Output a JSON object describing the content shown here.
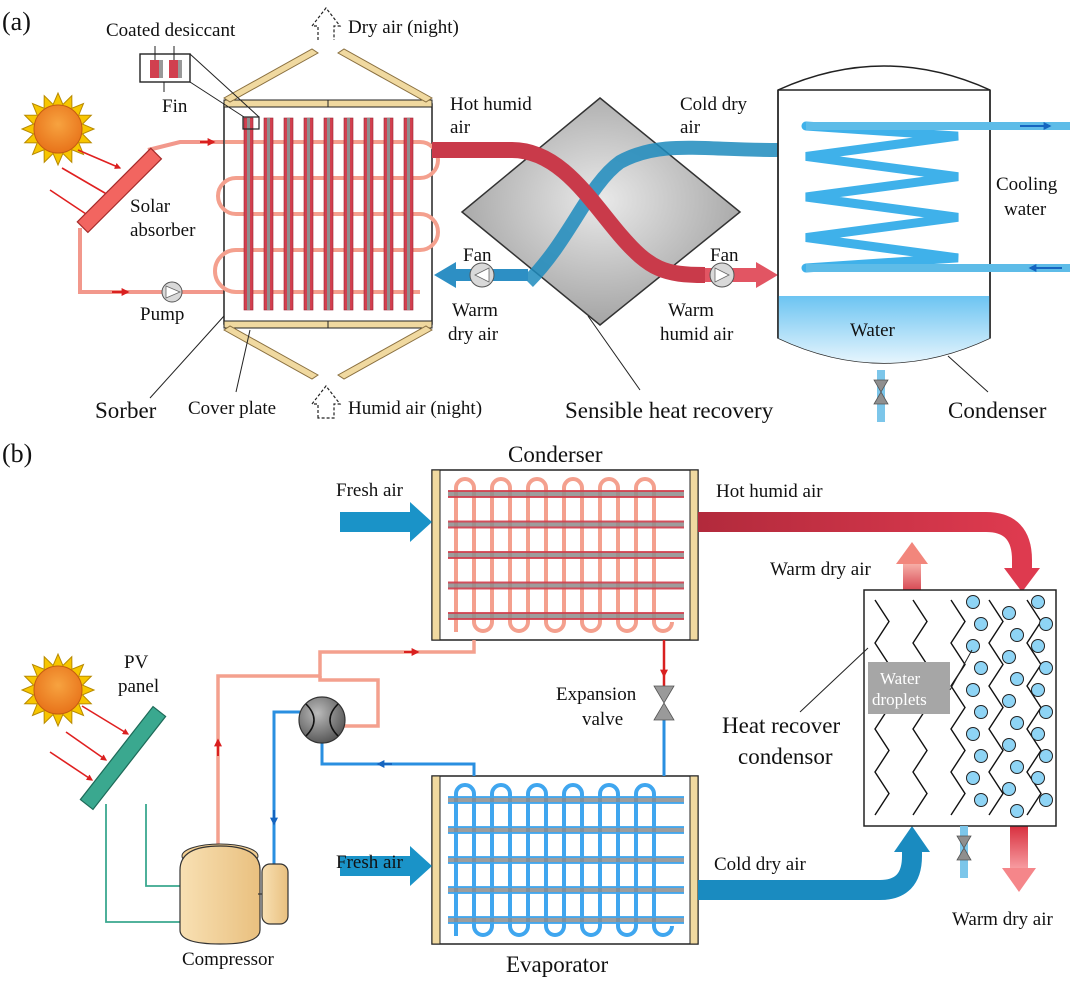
{
  "colors": {
    "hot": "#d1404f",
    "hot_light": "#f4a08e",
    "cold": "#1f8ec7",
    "cold_light": "#4fb7ea",
    "frame_tan": "#f0d9a0",
    "sun_orange": "#ee7f1c",
    "sun_yellow": "#f7c600",
    "pv_green": "#3aa88f",
    "compressor": "#f6d7a1"
  },
  "panel_a": {
    "tag": "(a)",
    "coated_desiccant": "Coated desiccant",
    "fin": "Fin",
    "dry_air_night": "Dry air (night)",
    "humid_air_night": "Humid air (night)",
    "solar_absorber_l1": "Solar",
    "solar_absorber_l2": "absorber",
    "pump": "Pump",
    "sorber": "Sorber",
    "cover_plate": "Cover plate",
    "hot_humid_l1": "Hot humid",
    "hot_humid_l2": "air",
    "cold_dry_l1": "Cold dry",
    "cold_dry_l2": "air",
    "fan_left": "Fan",
    "fan_right": "Fan",
    "warm_dry_l1": "Warm",
    "warm_dry_l2": "dry air",
    "warm_humid_l1": "Warm",
    "warm_humid_l2": "humid air",
    "sensible_heat_recovery": "Sensible heat recovery",
    "cooling_water_l1": "Cooling",
    "cooling_water_l2": "water",
    "water": "Water",
    "condenser": "Condenser"
  },
  "panel_b": {
    "tag": "(b)",
    "condenser_title": "Conderser",
    "fresh_air_top": "Fresh air",
    "hot_humid_air": "Hot humid air",
    "warm_dry_air_top": "Warm dry air",
    "pv_l1": "PV",
    "pv_l2": "panel",
    "expansion_l1": "Expansion",
    "expansion_l2": "valve",
    "water_droplets_l1": "Water",
    "water_droplets_l2": "droplets",
    "heat_recover_l1": "Heat recover",
    "heat_recover_l2": "condensor",
    "fresh_air_bottom": "Fresh air",
    "cold_dry_air": "Cold dry air",
    "warm_dry_air_bottom": "Warm dry air",
    "compressor": "Compressor",
    "evaporator": "Evaporator"
  }
}
